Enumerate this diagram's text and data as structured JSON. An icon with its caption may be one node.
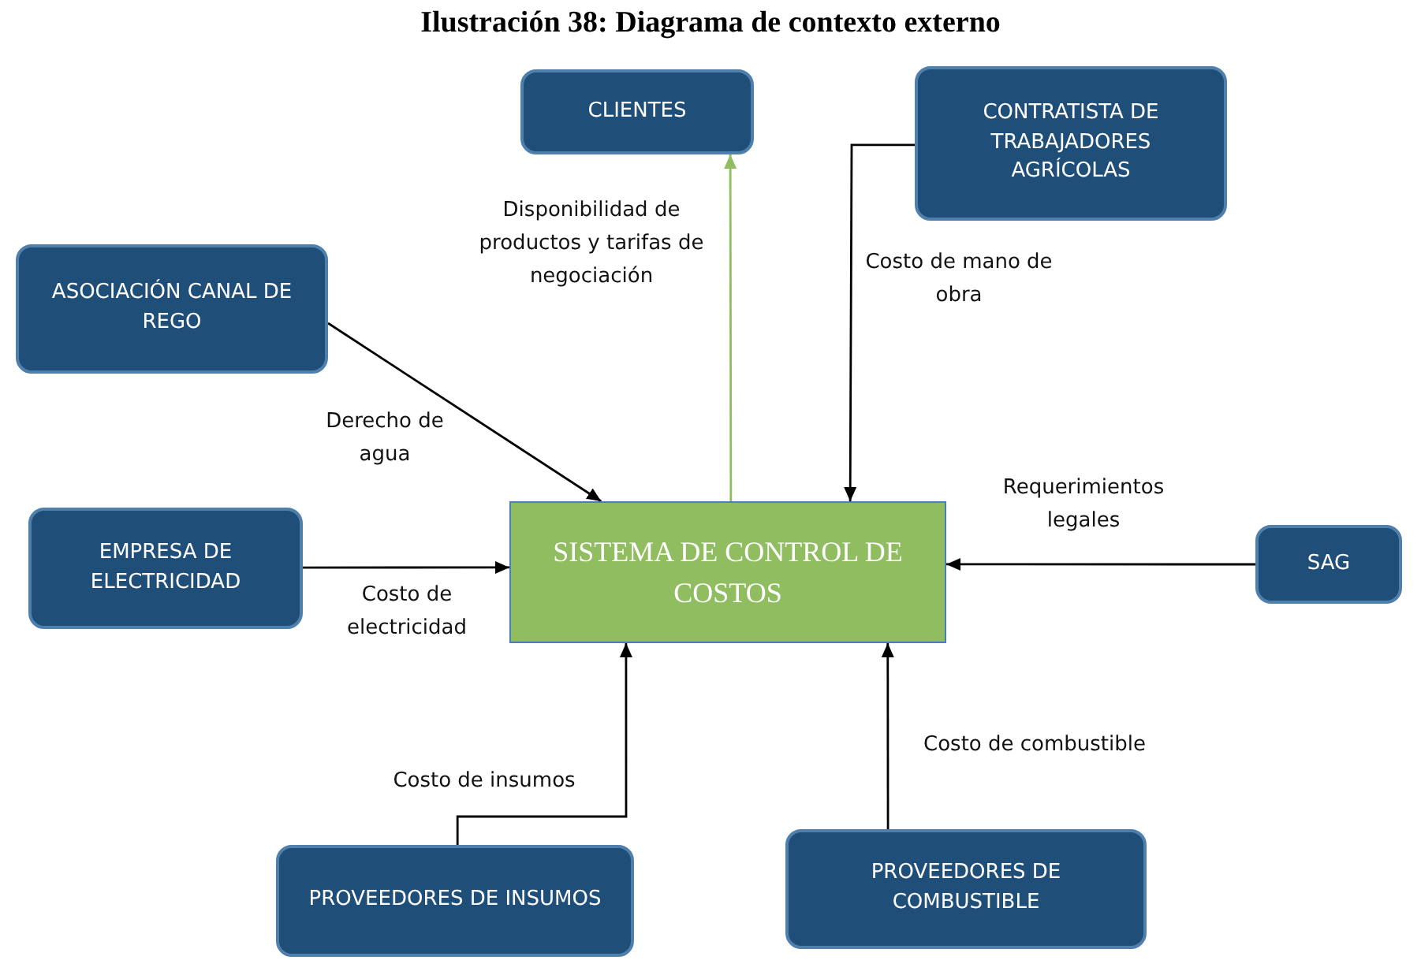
{
  "diagram": {
    "title": "Ilustración 38: Diagrama de contexto externo",
    "nodes": [
      {
        "text": [
          "CLIENTES"
        ]
      },
      {
        "text": [
          "CONTRATISTA DE TRABAJADORES AGRÍCOLAS"
        ]
      },
      {
        "text": [
          "ASOCIACIÓN CANAL DE REGO"
        ]
      },
      {
        "text": [
          "EMPRESA DE ELECTRICIDAD"
        ]
      },
      {
        "text": [
          "SISTEMA DE CONTROL DE COSTOS"
        ]
      },
      {
        "text": [
          "SAG"
        ]
      },
      {
        "text": [
          "PROVEEDORES DE INSUMOS"
        ]
      },
      {
        "text": [
          "PROVEEDORES DE COMBUSTIBLE"
        ]
      }
    ],
    "edges": [
      {
        "from": 4,
        "to": 0,
        "arrow": "to",
        "label": "Disponibilidad de productos y tarifas de negociación",
        "color": "#8fbd5f"
      },
      {
        "from": 1,
        "to": 4,
        "arrow": "to",
        "label": "Costo de mano de obra"
      },
      {
        "from": 2,
        "to": 4,
        "arrow": "to",
        "label": "Derecho de agua"
      },
      {
        "from": 3,
        "to": 4,
        "arrow": "to",
        "label": "Costo de electricidad"
      },
      {
        "from": 5,
        "to": 4,
        "arrow": "to",
        "label": "Requerimientos legales"
      },
      {
        "from": 6,
        "to": 4,
        "arrow": "to",
        "label": "Costo de insumos"
      },
      {
        "from": 7,
        "to": 4,
        "arrow": "to",
        "label": "Costo de combustible"
      }
    ]
  }
}
